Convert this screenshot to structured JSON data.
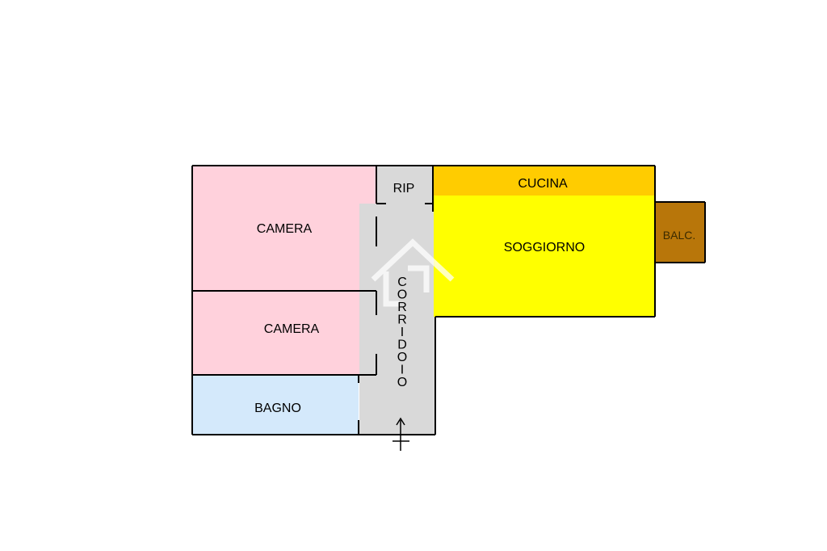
{
  "rooms": {
    "camera_top": {
      "label": "CAMERA",
      "color": "#FFD1DC"
    },
    "camera_mid": {
      "label": "CAMERA",
      "color": "#FFD1DC"
    },
    "bagno": {
      "label": "BAGNO",
      "color": "#D4E9FB"
    },
    "rip": {
      "label": "RIP",
      "color": "#D9D9D9"
    },
    "corridoio": {
      "label": "CORRIDOIO",
      "color": "#D9D9D9"
    },
    "cucina": {
      "label": "CUCINA",
      "color": "#FFCC00"
    },
    "soggiorno": {
      "label": "SOGGIORNO",
      "color": "#FFFF00"
    },
    "balcone": {
      "label": "BALC.",
      "color": "#B8760A"
    }
  },
  "colors": {
    "wall": "#000000",
    "watermark": "#FFFFFF"
  },
  "icons": {
    "entrance": "entrance-arrow-icon",
    "watermark": "house-watermark-icon"
  }
}
